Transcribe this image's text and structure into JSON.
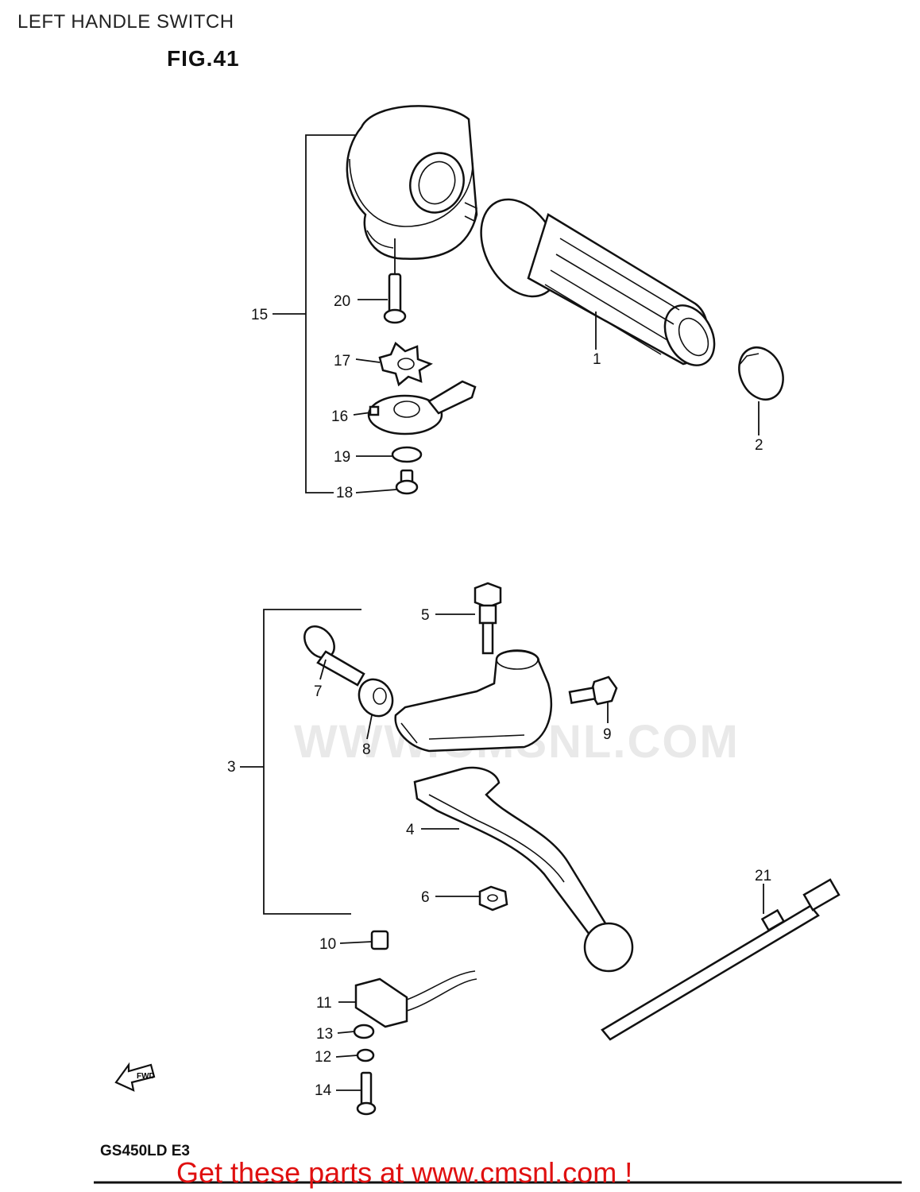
{
  "title": "LEFT HANDLE SWITCH",
  "figure": "FIG.41",
  "model": "GS450LD E3",
  "cta": "Get these parts at www.cmsnl.com !",
  "watermark": "WWW.CMSNL.COM",
  "fwd_label": "FWD",
  "callouts": {
    "p1": "1",
    "p2": "2",
    "p3": "3",
    "p4": "4",
    "p5": "5",
    "p6": "6",
    "p7": "7",
    "p8": "8",
    "p9": "9",
    "p10": "10",
    "p11": "11",
    "p12": "12",
    "p13": "13",
    "p14": "14",
    "p15": "15",
    "p16": "16",
    "p17": "17",
    "p18": "18",
    "p19": "19",
    "p20": "20",
    "p21": "21"
  }
}
